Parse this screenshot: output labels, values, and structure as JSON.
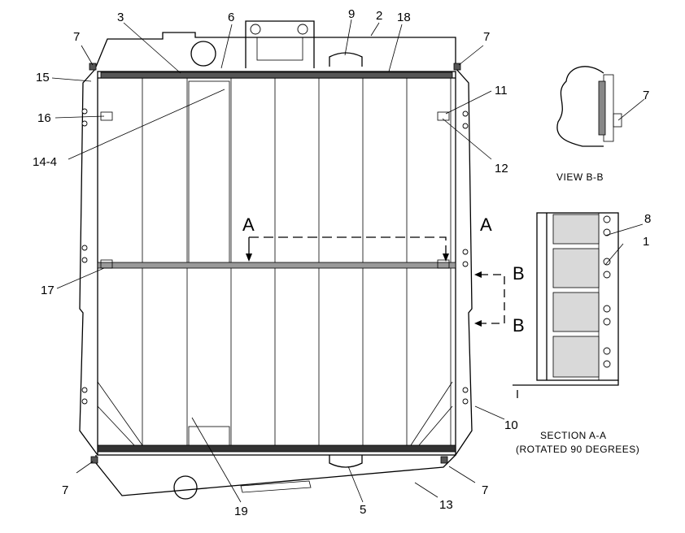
{
  "callouts": {
    "c2": "2",
    "c3": "3",
    "c6": "6",
    "c9": "9",
    "c18": "18",
    "c7_tl": "7",
    "c7_tr": "7",
    "c7_bl": "7",
    "c7_br": "7",
    "c7_view": "7",
    "c15": "15",
    "c16": "16",
    "c14_4": "14-4",
    "c17": "17",
    "c11": "11",
    "c12": "12",
    "c10": "10",
    "c8": "8",
    "c1": "1",
    "c19": "19",
    "c5": "5",
    "c13": "13"
  },
  "section_markers": {
    "a_left": "A",
    "a_right": "A",
    "b_top": "B",
    "b_bottom": "B"
  },
  "captions": {
    "view_bb": "VIEW B-B",
    "section_aa_line1": "SECTION A-A",
    "section_aa_line2": "(ROTATED 90 DEGREES)"
  }
}
